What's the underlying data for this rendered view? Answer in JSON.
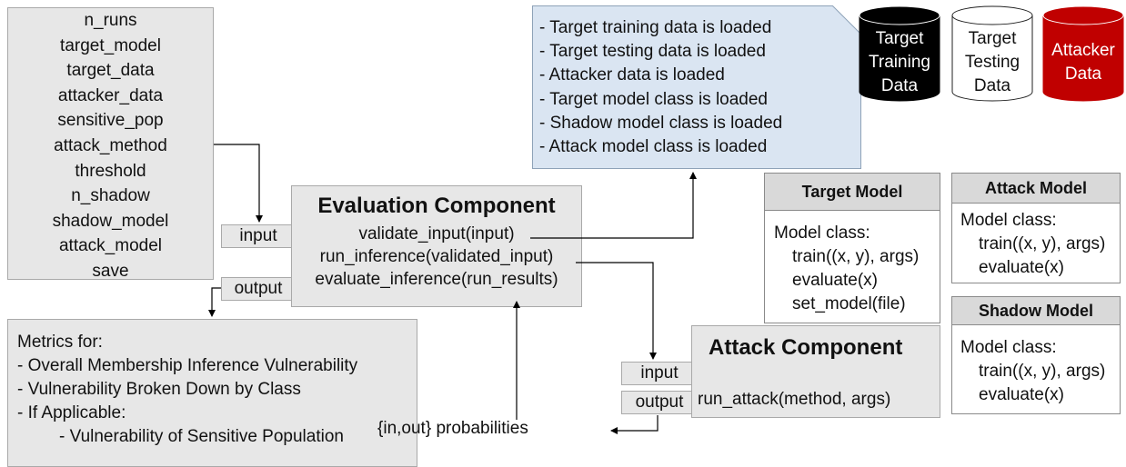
{
  "params": [
    "n_runs",
    "target_model",
    "target_data",
    "attacker_data",
    "sensitive_pop",
    "attack_method",
    "threshold",
    "n_shadow",
    "shadow_model",
    "attack_model",
    "save"
  ],
  "eval": {
    "title": "Evaluation Component",
    "methods": [
      "validate_input(input)",
      "run_inference(validated_input)",
      "evaluate_inference(run_results)"
    ],
    "input_label": "input",
    "output_label": "output"
  },
  "metrics": {
    "heading": "Metrics for:",
    "items": [
      "-  Overall Membership Inference Vulnerability",
      "-  Vulnerability Broken Down by Class",
      "-  If Applicable:"
    ],
    "sub_item": "-  Vulnerability of Sensitive Population"
  },
  "attack": {
    "title": "Attack Component",
    "method": "run_attack(method, args)",
    "input_label": "input",
    "output_label": "output"
  },
  "probabilities": "{in,out} probabilities",
  "checklist": [
    "- Target training data is loaded",
    "- Target testing data is loaded",
    "- Attacker data is loaded",
    "- Target model class is loaded",
    "- Shadow model class is loaded",
    "- Attack model class is loaded"
  ],
  "cylinders": [
    {
      "lines": [
        "Target",
        "Training",
        "Data"
      ],
      "fill": "#000000",
      "text_color": "#ffffff"
    },
    {
      "lines": [
        "Target",
        "Testing",
        "Data"
      ],
      "fill": "#ffffff",
      "text_color": "#111111"
    },
    {
      "lines": [
        "Attacker",
        "Data"
      ],
      "fill": "#c00000",
      "text_color": "#ffffff"
    }
  ],
  "target_model": {
    "header": "Target Model",
    "lines": [
      "Model class:",
      "train((x, y), args)",
      "evaluate(x)",
      "set_model(file)"
    ]
  },
  "attack_model": {
    "header": "Attack Model",
    "lines": [
      "Model class:",
      "train((x, y), args)",
      "evaluate(x)"
    ]
  },
  "shadow_model": {
    "header": "Shadow Model",
    "lines": [
      "Model class:",
      "train((x, y), args)",
      "evaluate(x)"
    ]
  }
}
